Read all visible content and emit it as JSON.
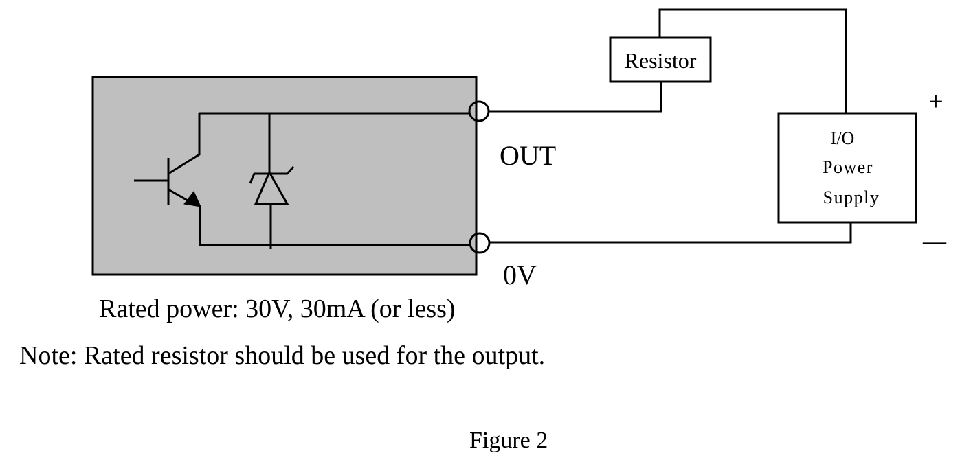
{
  "diagram": {
    "type": "circuit-schematic",
    "colors": {
      "module_fill": "#bfbfbf",
      "line": "#000000",
      "background": "#ffffff"
    },
    "module": {
      "components": [
        "npn-transistor",
        "zener-diode"
      ],
      "terminals": [
        {
          "id": "out",
          "label": "OUT"
        },
        {
          "id": "0v",
          "label": "0V"
        }
      ]
    },
    "resistor": {
      "label": "Resistor"
    },
    "power_supply": {
      "label_lines": [
        "I/O",
        "Power",
        "Supply"
      ],
      "plus_label": "+",
      "minus_label": "—"
    },
    "connections": [
      [
        "OUT",
        "Resistor"
      ],
      [
        "Resistor",
        "I/O Power Supply (+)"
      ],
      [
        "I/O Power Supply (−)",
        "0V"
      ]
    ]
  },
  "rated_power": "Rated power: 30V, 30mA (or less)",
  "note": "Note: Rated resistor should be used for the output.",
  "caption": "Figure 2"
}
